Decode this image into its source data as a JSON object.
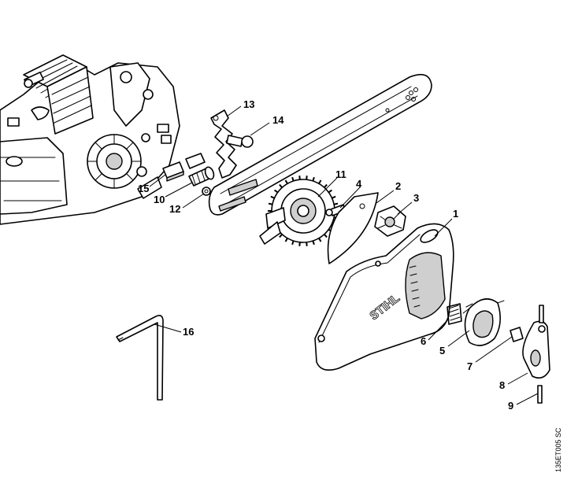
{
  "callouts": [
    {
      "id": "1",
      "label": "1"
    },
    {
      "id": "2",
      "label": "2"
    },
    {
      "id": "3",
      "label": "3"
    },
    {
      "id": "4",
      "label": "4"
    },
    {
      "id": "5",
      "label": "5"
    },
    {
      "id": "6",
      "label": "6"
    },
    {
      "id": "7",
      "label": "7"
    },
    {
      "id": "8",
      "label": "8"
    },
    {
      "id": "9",
      "label": "9"
    },
    {
      "id": "10",
      "label": "10"
    },
    {
      "id": "11",
      "label": "11"
    },
    {
      "id": "12",
      "label": "12"
    },
    {
      "id": "13",
      "label": "13"
    },
    {
      "id": "14",
      "label": "14"
    },
    {
      "id": "15",
      "label": "15"
    },
    {
      "id": "16",
      "label": "16"
    }
  ],
  "cover_brand": "STIHL",
  "drawing_code": "135ET005 SC",
  "colors": {
    "line": "#000000",
    "shade": "#cfcfcf",
    "background": "#ffffff"
  }
}
